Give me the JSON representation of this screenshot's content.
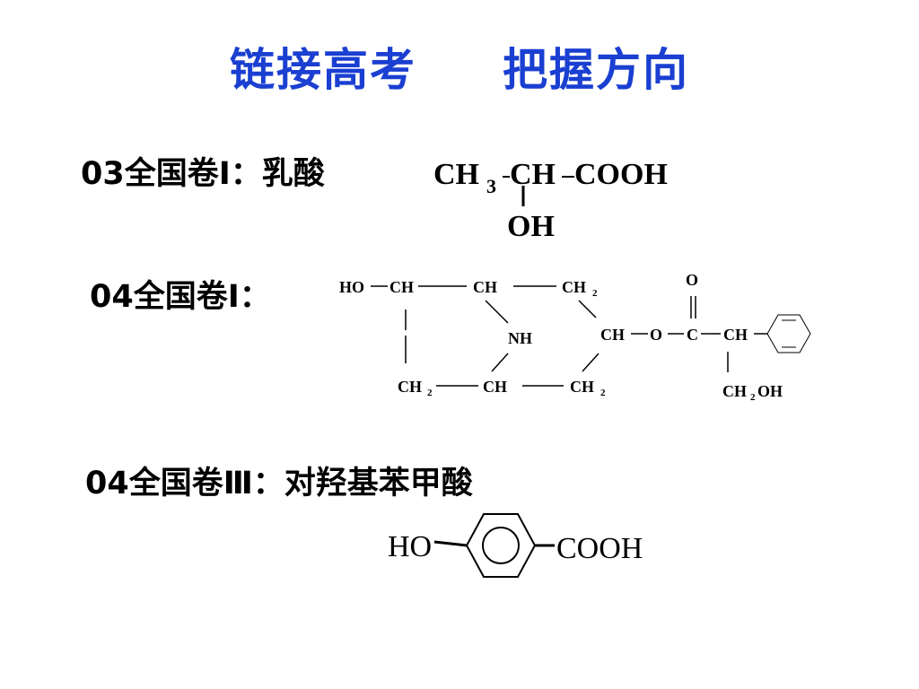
{
  "slide": {
    "title_left": "链接高考",
    "title_right": "把握方向",
    "title_color": "#1a3fd1"
  },
  "items": [
    {
      "label": "03全国卷Ⅰ：乳酸"
    },
    {
      "label": "04全国卷Ⅰ："
    },
    {
      "label": "04全国卷Ⅲ：对羟基苯甲酸"
    }
  ],
  "structures": {
    "lactic_acid": {
      "ch3": "CH",
      "ch3_sub": "3",
      "ch": "CH",
      "cooh": "COOH",
      "oh": "OH"
    },
    "alkaloid": {
      "ho": "HO",
      "ch_a": "CH",
      "ch_b": "CH",
      "ch2_a": "CH",
      "ch2_a_sub": "2",
      "o_top": "O",
      "nh": "NH",
      "ch_c": "CH",
      "o_mid": "O",
      "c": "C",
      "ch_d": "CH",
      "ch2_b": "CH",
      "ch2_b_sub": "2",
      "ch_e": "CH",
      "ch2_c": "CH",
      "ch2_c_sub": "2",
      "ch2oh_ch": "CH",
      "ch2oh_sub": "2",
      "ch2oh_oh": "OH"
    },
    "hydroxybenzoic_acid": {
      "ho": "HO",
      "cooh": "COOH"
    }
  }
}
